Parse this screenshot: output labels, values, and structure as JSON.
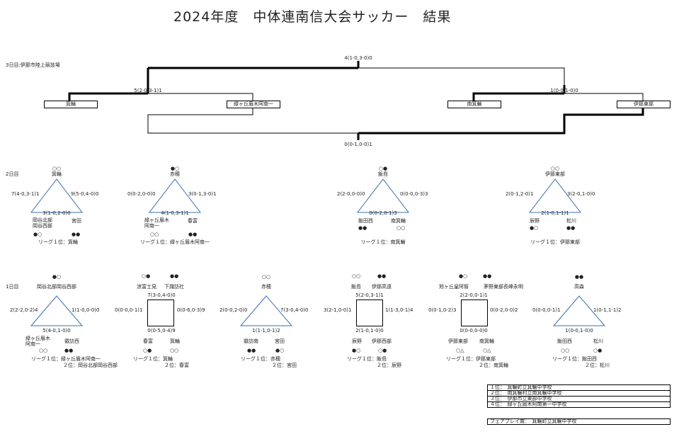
{
  "title": "2024年度　中体連南信大会サッカー　結果",
  "day3": {
    "label": "3日目:伊那市陸上競技場",
    "final_score": "4(1-0,3-0)0",
    "third_score": "0(0-1,0-0)1",
    "sf_left_score": "5(2-0,3-1)1",
    "sf_right_score": "1(0-0,1-0)0",
    "teams": [
      "箕輪",
      "緑ヶ丘眉木阿南一",
      "南箕輪",
      "伊那東部"
    ]
  },
  "day2": {
    "label": "2日目",
    "groups": [
      {
        "marks": "○○",
        "top": "箕輪",
        "left": "7(4-0,3-1)1",
        "right": "9(5-0,4-0)0",
        "bottom": "3(1-0,2-0)0",
        "bl": "岡谷北部\n岡谷西部",
        "br": "宮田",
        "bl_marks": "●○",
        "br_marks": "●●",
        "summary": "リーグ１位：箕輪"
      },
      {
        "marks": "●○",
        "top": "赤穂",
        "left": "0(0-2,0-0)0",
        "right": "3(0-1,3-0)1",
        "bottom": "4(1-0,3-1)1",
        "bl": "緑ヶ丘眉木\n阿南一",
        "br": "春富",
        "bl_marks": "○○",
        "br_marks": "●●",
        "summary": "リーグ１位：緑ヶ丘眉木阿南一"
      },
      {
        "marks": "○●",
        "top": "飯島",
        "left": "2(2-0,0-0)0",
        "right": "0(0-0,0-3)3",
        "bottom": "0(0-2,0-1)3",
        "bl": "飯田西",
        "br": "南箕輪",
        "bl_marks": "●●",
        "br_marks": "○○",
        "summary": "リーグ１位：南箕輪"
      },
      {
        "marks": "○○",
        "top": "伊那東部",
        "left": "2(0-1,2-0)1",
        "right": "3(2-0,1-0)0",
        "bottom": "2(1-0,1-1)1",
        "bl": "辰野",
        "br": "松川",
        "bl_marks": "●○",
        "br_marks": "●●",
        "summary": "リーグ１位：伊那東部"
      }
    ]
  },
  "day1": {
    "label": "1日目",
    "groups": [
      {
        "shape": "tri",
        "marks_top": "●○",
        "top": "岡谷北部岡谷西部",
        "left": "2(2-2,0-2)4",
        "right": "1(1-0,0-0)0",
        "bottom": "5(4-0,1-0)0",
        "bl": "緑ヶ丘眉木\n阿南一",
        "br": "徽訪西",
        "bl_marks": "○○",
        "br_marks": "●●",
        "summary1": "リーグ１位：緑ヶ丘眉木阿南一",
        "summary2": "２位：岡谷北部岡谷西部"
      },
      {
        "shape": "sq",
        "tl": "涼富士見",
        "tr": "下諏訪社",
        "tl_marks": "○●",
        "tr_marks": "●●",
        "top": "7(3-0,4-0)0",
        "left": "0(0-0,0-1)1",
        "right": "0(0-6,0-3)9",
        "bottom": "0(0-5,0-4)9",
        "bl": "春富",
        "br": "箕輪",
        "bl_marks": "○●",
        "br_marks": "○○",
        "summary1": "リーグ１位：箕輪",
        "summary2": "２位：春富"
      },
      {
        "shape": "tri",
        "marks_top": "○○",
        "top": "赤穂",
        "left": "2(0-0,2-0)0",
        "right": "7(3-0,4-0)0",
        "bottom": "1(1-1,0-1)2",
        "bl": "徽訪南",
        "br": "宮田",
        "bl_marks": "●●",
        "br_marks": "●○",
        "summary1": "リーグ１位：赤穂",
        "summary2": "２位：宮田"
      },
      {
        "shape": "sq",
        "tl": "飯島",
        "tr": "伊那高遠",
        "tl_marks": "○○",
        "tr_marks": "●●",
        "top": "5(2-0,3-1)1",
        "left": "3(2-1,0-0)1",
        "right": "1(1-3,0-1)4",
        "bottom": "2(1-0,1-0)0",
        "bl": "辰野",
        "br": "伊那西部",
        "bl_marks": "●○",
        "br_marks": "○●",
        "summary1": "リーグ１位：飯島",
        "summary2": "２位：辰野"
      },
      {
        "shape": "sq",
        "tl": "旭ヶ丘皇阿智",
        "tr": "茅野東部長峰永明",
        "tl_marks": "●○",
        "tr_marks": "●●",
        "top": "2(2-0,0-1)1",
        "left": "0(0-1,0-2)3",
        "right": "0(0-2,0-0)2",
        "bottom": "0(0-0,0-0)0",
        "bl": "伊那東部",
        "br": "南箕輪",
        "bl_marks": "○△",
        "br_marks": "○△",
        "summary1": "リーグ１位：伊那東部",
        "summary2": "２位：南箕輪"
      },
      {
        "shape": "tri",
        "marks_top": "●●",
        "top": "高森",
        "left": "0(0-0,0-1)1",
        "right": "1(0-1,1-1)2",
        "bottom": "1(0-0,1-0)0",
        "bl": "飯田西",
        "br": "松川",
        "bl_marks": "○○",
        "br_marks": "○●",
        "summary1": "リーグ１位：飯田西",
        "summary2": "２位：松川"
      }
    ]
  },
  "results": [
    "１位：　箕輪町立箕輪中学校",
    "２位：　南箕輪村立南箕輪中学校",
    "３位：　伊那市立東部中学校",
    "４位：　緑ヶ丘眉木阿南第一中学校"
  ],
  "fairplay": "フェアプレイ賞：　箕輪町立箕輪中学校"
}
